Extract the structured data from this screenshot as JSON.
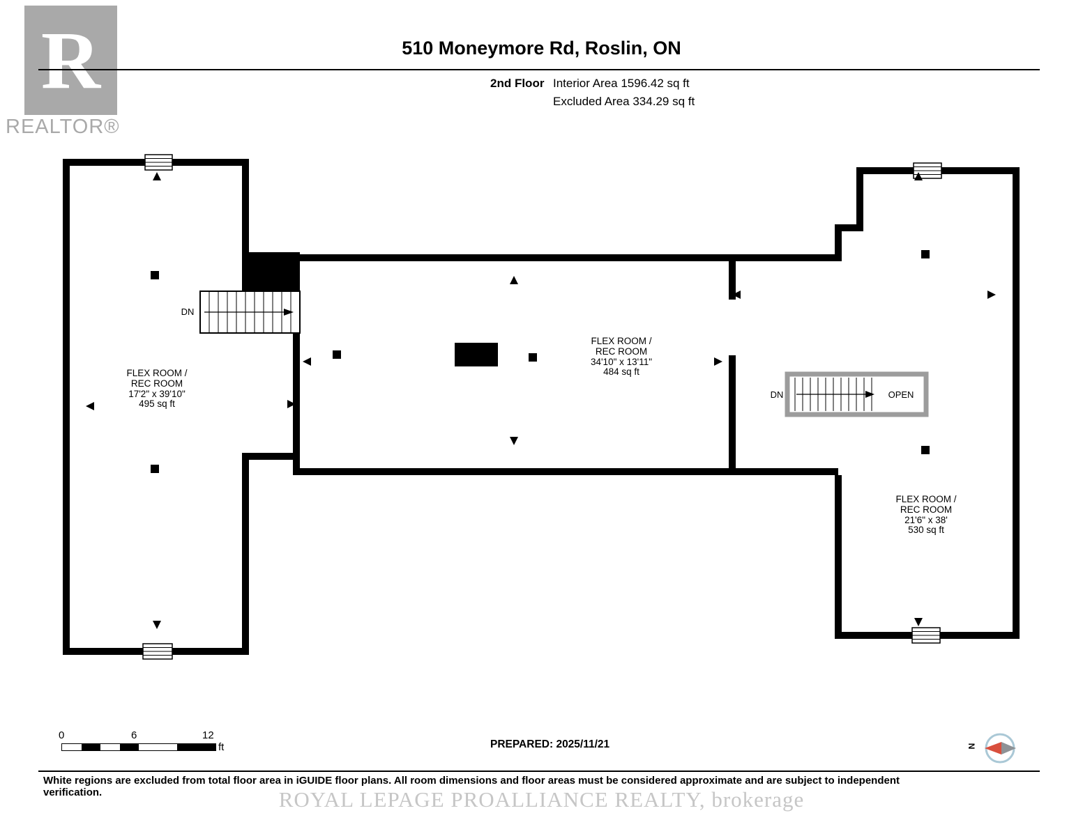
{
  "header": {
    "title": "510 Moneymore Rd, Roslin, ON",
    "floor_label": "2nd Floor",
    "interior_area": "Interior Area 1596.42 sq ft",
    "excluded_area": "Excluded Area 334.29 sq ft"
  },
  "logo": {
    "letter": "R",
    "brand": "REALTOR®"
  },
  "plan": {
    "rooms": {
      "left": {
        "name_line1": "FLEX ROOM /",
        "name_line2": "REC ROOM",
        "dimensions": "17'2\" x 39'10\"",
        "area": "495 sq ft"
      },
      "middle": {
        "name_line1": "FLEX ROOM /",
        "name_line2": "REC ROOM",
        "dimensions": "34'10\" x 13'11\"",
        "area": "484 sq ft"
      },
      "right": {
        "name_line1": "FLEX ROOM /",
        "name_line2": "REC ROOM",
        "dimensions": "21'6\" x 38'",
        "area": "530 sq ft"
      }
    },
    "stairs": {
      "left_label": "DN",
      "right_label": "DN",
      "right_open_label": "OPEN"
    }
  },
  "scale_bar": {
    "tick_0": "0",
    "tick_6": "6",
    "tick_12": "12",
    "unit": "ft"
  },
  "footer": {
    "prepared": "PREPARED: 2025/11/21",
    "compass_label": "N",
    "disclaimer": "White regions are excluded from total floor area in iGUIDE floor plans. All room dimensions and floor areas must be considered approximate and are subject to independent verification.",
    "watermark": "ROYAL LEPAGE PROALLIANCE REALTY, brokerage"
  },
  "colors": {
    "wall": "#000000",
    "logo_grey": "#a9a9a9",
    "stair_grey": "#9c9c9c",
    "watermark_grey": "#c6c6c6",
    "compass_red": "#d94f3d"
  }
}
